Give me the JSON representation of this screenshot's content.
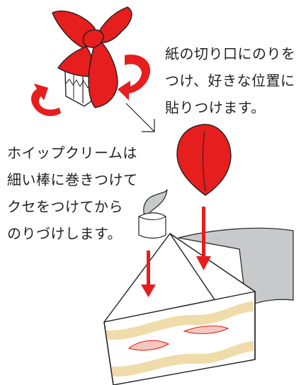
{
  "colors": {
    "red": "#e61e1e",
    "outline": "#231f20",
    "cream": "#efdcaa",
    "strawberry_slice": "#f5c8be",
    "gray": "#c8c9ca",
    "inner_white": "#ffffff"
  },
  "captions": {
    "ribbon": {
      "line1": "紙の切り口にのりを",
      "line2": "つけ、好きな位置に",
      "line3": "貼りつけます。"
    },
    "cream": {
      "line1": "ホイップクリームは",
      "line2": "細い棒に巻きつけて",
      "line3": "クセをつけてから",
      "line4": "のりづけします。"
    }
  },
  "parts": [
    "ribbon",
    "strawberry",
    "whipped-cream",
    "cake-slice",
    "cardboard-backing"
  ]
}
